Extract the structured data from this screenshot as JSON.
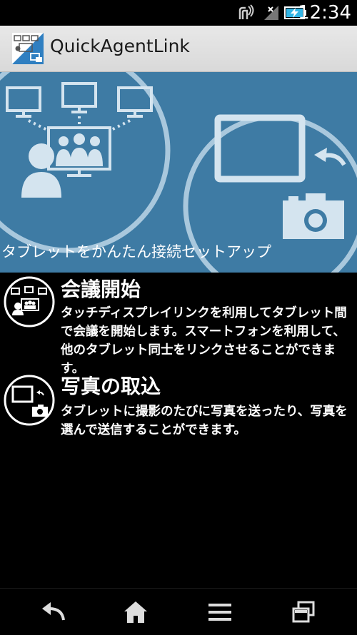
{
  "status_bar": {
    "time": "12:34",
    "icons": [
      "nfc-icon",
      "no-signal-icon",
      "battery-charging-icon"
    ]
  },
  "action_bar": {
    "title": "QuickAgentLink",
    "icon": "app-logo-icon"
  },
  "banner": {
    "caption": "タブレットをかんたん接続セットアップ",
    "background_color": "#3e7ba4",
    "icons": [
      "meeting-network-icon",
      "photo-transfer-icon"
    ]
  },
  "menu": [
    {
      "title": "会議開始",
      "description": "タッチディスプレイリンクを利用してタブレット間で会議を開始します。スマートフォンを利用して、他のタブレット同士をリンクさせることができます。",
      "icon": "meeting-icon"
    },
    {
      "title": "写真の取込",
      "description": "タブレットに撮影のたびに写真を送ったり、写真を選んで送信することができます。",
      "icon": "photo-import-icon"
    }
  ],
  "nav_bar": {
    "buttons": [
      "back-icon",
      "home-icon",
      "menu-icon",
      "recent-apps-icon"
    ]
  }
}
